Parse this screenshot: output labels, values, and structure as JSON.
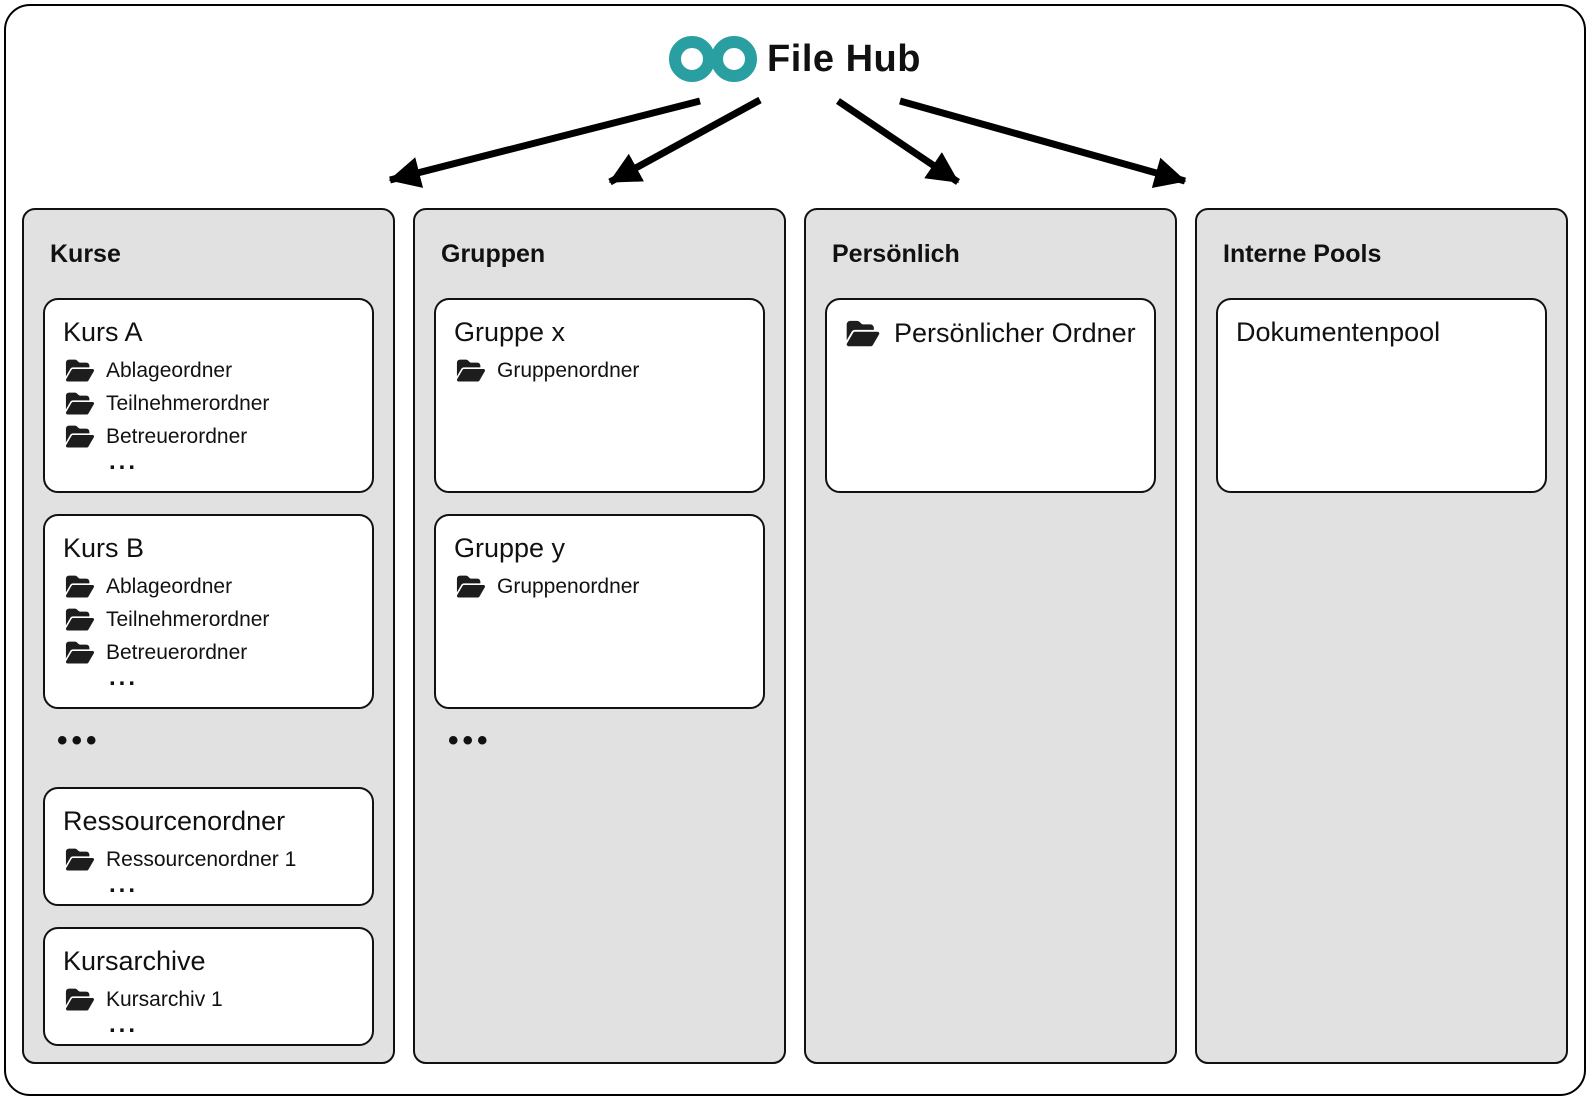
{
  "logo": {
    "icon": "infinity-icon",
    "title": "File Hub",
    "accent_color": "#2A9FA1"
  },
  "columns": [
    {
      "title": "Kurse",
      "more_dots": "•••",
      "cards": [
        {
          "title": "Kurs A",
          "items": [
            "Ablageordner",
            "Teilnehmerordner",
            "Betreuerordner"
          ],
          "ellipsis": "..."
        },
        {
          "title": "Kurs B",
          "items": [
            "Ablageordner",
            "Teilnehmerordner",
            "Betreuerordner"
          ],
          "ellipsis": "..."
        },
        {
          "title": "Ressourcenordner",
          "items": [
            "Ressourcenordner 1"
          ],
          "ellipsis": "..."
        },
        {
          "title": "Kursarchive",
          "items": [
            "Kursarchiv 1"
          ],
          "ellipsis": "..."
        }
      ]
    },
    {
      "title": "Gruppen",
      "more_dots": "•••",
      "cards": [
        {
          "title": "Gruppe x",
          "items": [
            "Gruppenordner"
          ]
        },
        {
          "title": "Gruppe y",
          "items": [
            "Gruppenordner"
          ]
        }
      ]
    },
    {
      "title": "Persönlich",
      "cards": [
        {
          "icon_item": "Persönlicher Ordner"
        }
      ]
    },
    {
      "title": "Interne Pools",
      "cards": [
        {
          "title": "Dokumentenpool"
        }
      ]
    }
  ]
}
